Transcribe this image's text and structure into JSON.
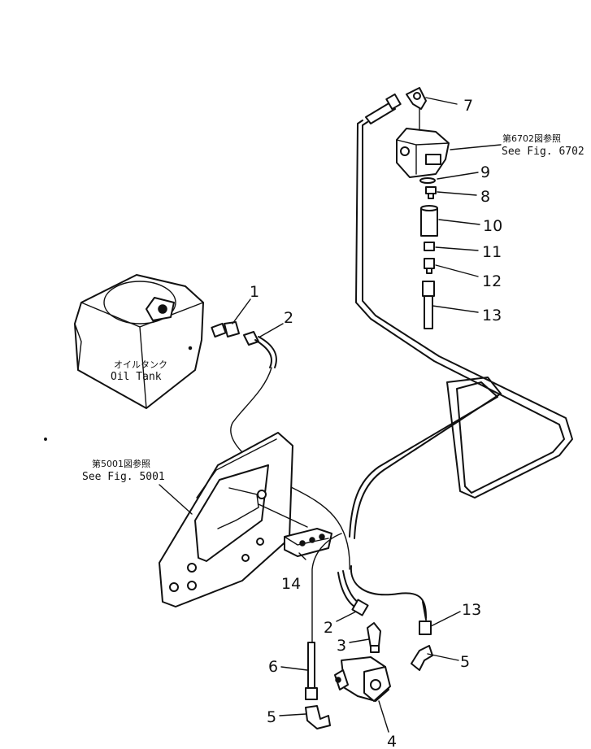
{
  "callouts": {
    "c1": "1",
    "c2a": "2",
    "c2b": "2",
    "c3": "3",
    "c4": "4",
    "c5a": "5",
    "c5b": "5",
    "c6": "6",
    "c7": "7",
    "c8": "8",
    "c9": "9",
    "c10": "10",
    "c11": "11",
    "c12": "12",
    "c13a": "13",
    "c13b": "13",
    "c14": "14"
  },
  "labels": {
    "oil_tank_jp": "オイルタンク",
    "oil_tank_en": "Oil Tank",
    "ref_5001_jp": "第5001図参照",
    "ref_5001_en": "See Fig. 5001",
    "ref_6702_jp": "第6702図参照",
    "ref_6702_en": "See Fig. 6702"
  }
}
